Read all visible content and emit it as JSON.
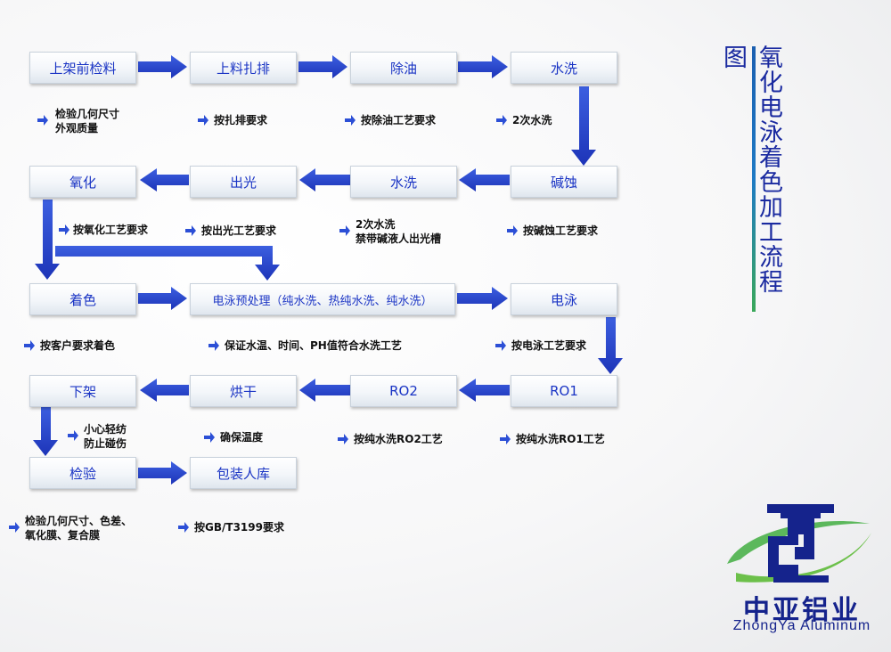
{
  "title": "氧化电泳着色加工流程图",
  "brand": {
    "name_cn": "中亚铝业",
    "name_en": "ZhongYa Aluminum"
  },
  "colors": {
    "box_text": "#1a34c4",
    "arrow": "#2743c8",
    "title": "#1a2aa0",
    "logo_blue": "#15238c",
    "logo_green": "#5cb85c"
  },
  "steps": [
    {
      "id": "s1",
      "label": "上架前检料"
    },
    {
      "id": "s2",
      "label": "上料扎排"
    },
    {
      "id": "s3",
      "label": "除油"
    },
    {
      "id": "s4",
      "label": "水洗"
    },
    {
      "id": "s5",
      "label": "碱蚀"
    },
    {
      "id": "s6",
      "label": "水洗"
    },
    {
      "id": "s7",
      "label": "出光"
    },
    {
      "id": "s8",
      "label": "氧化"
    },
    {
      "id": "s9",
      "label": "着色"
    },
    {
      "id": "s10",
      "label": "电泳预处理（纯水洗、热纯水洗、纯水洗）"
    },
    {
      "id": "s11",
      "label": "电泳"
    },
    {
      "id": "s12",
      "label": "RO1"
    },
    {
      "id": "s13",
      "label": "RO2"
    },
    {
      "id": "s14",
      "label": "烘干"
    },
    {
      "id": "s15",
      "label": "下架"
    },
    {
      "id": "s16",
      "label": "检验"
    },
    {
      "id": "s17",
      "label": "包装人库"
    }
  ],
  "notes": [
    {
      "line1": "检验几何尺寸",
      "line2": "外观质量"
    },
    {
      "line1": "按扎排要求",
      "line2": ""
    },
    {
      "line1": "按除油工艺要求",
      "line2": ""
    },
    {
      "line1": "2次水洗",
      "line2": ""
    },
    {
      "line1": "按氧化工艺要求",
      "line2": ""
    },
    {
      "line1": "按出光工艺要求",
      "line2": ""
    },
    {
      "line1": "2次水洗",
      "line2": "禁带碱液人出光槽"
    },
    {
      "line1": "按碱蚀工艺要求",
      "line2": ""
    },
    {
      "line1": "按客户要求着色",
      "line2": ""
    },
    {
      "line1": "保证水温、时间、PH值符合水洗工艺",
      "line2": ""
    },
    {
      "line1": "按电泳工艺要求",
      "line2": ""
    },
    {
      "line1": "小心轻纺",
      "line2": "防止碰伤"
    },
    {
      "line1": "确保温度",
      "line2": ""
    },
    {
      "line1": "按纯水洗RO2工艺",
      "line2": ""
    },
    {
      "line1": "按纯水洗RO1工艺",
      "line2": ""
    },
    {
      "line1": "检验几何尺寸、色差、",
      "line2": "氧化膜、复合膜"
    },
    {
      "line1": "按GB/T3199要求",
      "line2": ""
    }
  ]
}
